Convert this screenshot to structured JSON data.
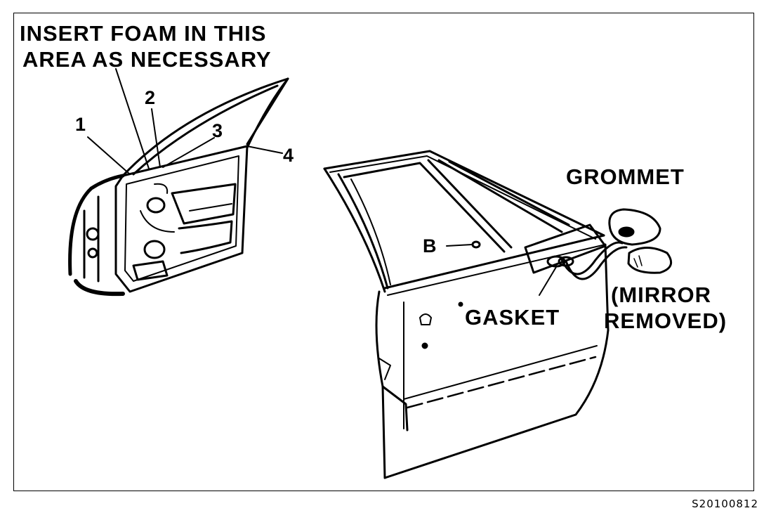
{
  "labels": {
    "foam_line1": "INSERT FOAM IN THIS",
    "foam_line2": "AREA AS NECESSARY",
    "callout_1": "1",
    "callout_2": "2",
    "callout_3": "3",
    "callout_4": "4",
    "grommet": "GROMMET",
    "b": "B",
    "gasket": "GASKET",
    "mirror_line1": "(MIRROR",
    "mirror_line2": "REMOVED)"
  },
  "figure_code": "S20100812"
}
